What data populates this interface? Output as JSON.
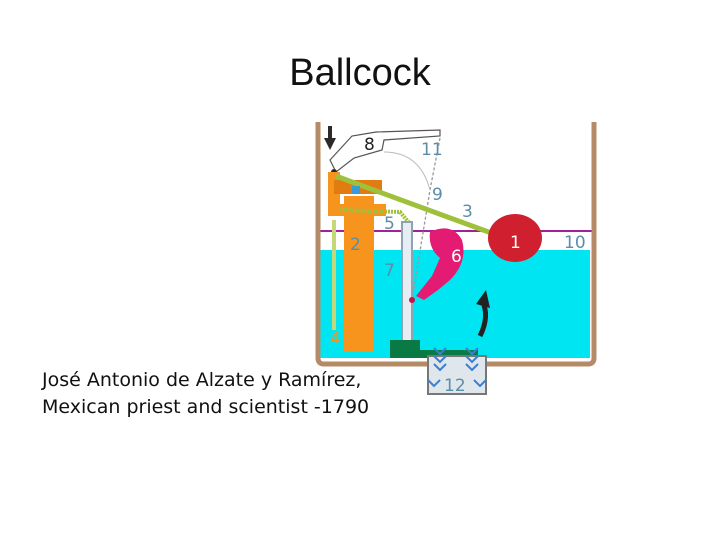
{
  "slide": {
    "title": "Ballcock",
    "caption_lines": [
      "José Antonio de Alzate y Ramírez,",
      "Mexican priest and scientist -1790"
    ]
  },
  "diagram": {
    "labels": {
      "l1": "1",
      "l2": "2",
      "l3": "3",
      "l4": "4",
      "l5": "5",
      "l6": "6",
      "l7": "7",
      "l8": "8",
      "l9": "9",
      "l10": "10",
      "l11": "11",
      "l12": "12"
    },
    "colors": {
      "water": "#00e5f2",
      "tank_wall": "#b58a66",
      "float_ball": "#d01f2e",
      "flapper": "#e31b73",
      "refill_tube": "#f7941d",
      "float_arm": "#9fc03b",
      "water_line": "#a0219a",
      "overflow_pipe": "#8fa3b4",
      "flush_valve_base": "#0a7a45",
      "label_text": "#5a8ea8",
      "handle": "#2a2a2a"
    }
  }
}
